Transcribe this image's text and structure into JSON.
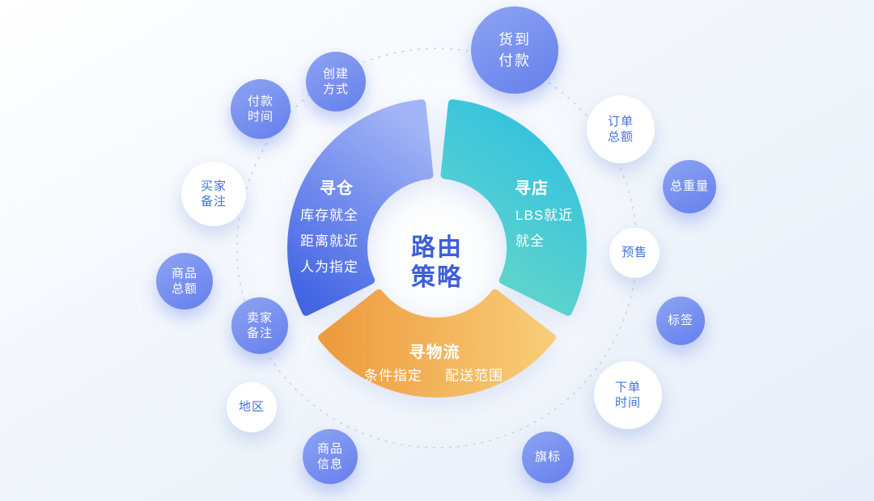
{
  "diagram": {
    "center": {
      "label": "路由\n策略"
    },
    "segments": [
      {
        "id": "warehouse",
        "title": "寻仓",
        "items": [
          "库存就全",
          "距离就近",
          "人为指定"
        ]
      },
      {
        "id": "store",
        "title": "寻店",
        "items": [
          "LBS就近",
          "就全"
        ]
      },
      {
        "id": "logistics",
        "title": "寻物流",
        "items": [
          "条件指定",
          "配送范围"
        ]
      }
    ],
    "bubbles": [
      {
        "id": "create-method",
        "label": "创建\n方式",
        "variant": "blue"
      },
      {
        "id": "cash-on-delivery",
        "label": "货到\n付款",
        "variant": "blue-large"
      },
      {
        "id": "order-total",
        "label": "订单\n总额",
        "variant": "white"
      },
      {
        "id": "total-weight",
        "label": "总重量",
        "variant": "blue"
      },
      {
        "id": "presale",
        "label": "预售",
        "variant": "white"
      },
      {
        "id": "tag",
        "label": "标签",
        "variant": "blue"
      },
      {
        "id": "order-time",
        "label": "下单\n时间",
        "variant": "white"
      },
      {
        "id": "flag",
        "label": "旗标",
        "variant": "blue"
      },
      {
        "id": "product-info",
        "label": "商品\n信息",
        "variant": "blue"
      },
      {
        "id": "region",
        "label": "地区",
        "variant": "white"
      },
      {
        "id": "seller-note",
        "label": "卖家\n备注",
        "variant": "blue"
      },
      {
        "id": "product-total",
        "label": "商品\n总额",
        "variant": "blue"
      },
      {
        "id": "buyer-note",
        "label": "买家\n备注",
        "variant": "white"
      },
      {
        "id": "payment-time",
        "label": "付款\n时间",
        "variant": "blue"
      }
    ]
  },
  "colors": {
    "accent_blue": "#3d5fd8",
    "bubble_blue_light": "#8da4f2",
    "bubble_blue_dark": "#657fec",
    "bubble_text_blue": "#4372e4",
    "segment_blue_start": "#a3b5f6",
    "segment_blue_end": "#4365e4",
    "segment_teal_start": "#2fc0e1",
    "segment_teal_end": "#67d7c9",
    "segment_orange_start": "#ee9a3d",
    "segment_orange_end": "#f8cd78",
    "orbit_dash": "#c5d0e4"
  }
}
